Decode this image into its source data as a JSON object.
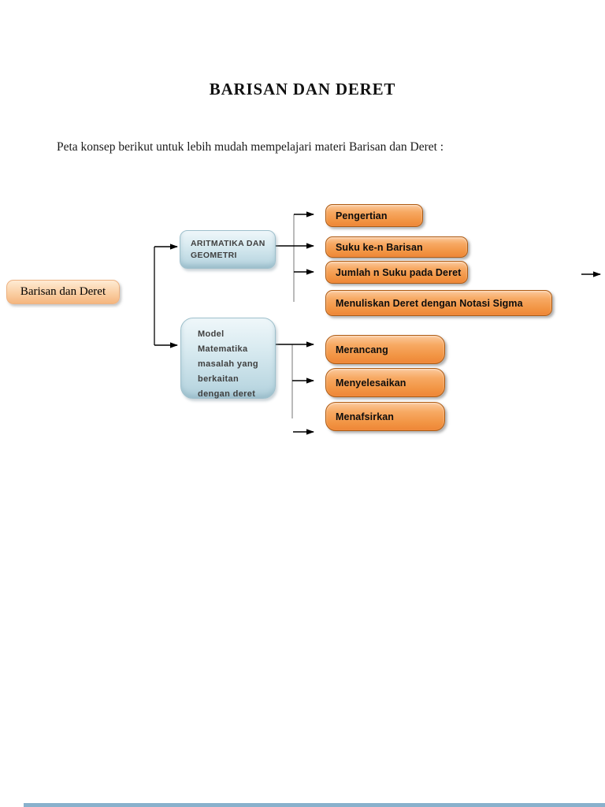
{
  "page": {
    "title": "BARISAN DAN DERET",
    "intro": "Peta konsep berikut untuk lebih mudah mempelajari materi Barisan dan Deret :"
  },
  "diagram": {
    "root": "Barisan dan Deret",
    "group1": {
      "label": "ARITMATIKA DAN\nGEOMETRI",
      "items": [
        "Pengertian",
        "Suku ke-n Barisan",
        "Jumlah n Suku pada Deret",
        "Menuliskan Deret dengan Notasi Sigma"
      ]
    },
    "group2": {
      "label": "Model\nMatematika\nmasalah yang\nberkaitan\ndengan deret",
      "items": [
        "Merancang",
        "Menyelesaikan",
        "Menafsirkan"
      ]
    }
  },
  "colors": {
    "page_bg": "#FFFFFF",
    "node_orange": "#ED7D31",
    "node_orange_light": "#FBC99C",
    "node_orange_border": "#AE5B13",
    "node_peach": "#F5B67E",
    "node_blue": "#BCD8E2",
    "node_blue_border": "#9FC0CC",
    "node_text_dark": "#3F3F3F",
    "connector_black": "#000000",
    "connector_gray": "#8C8C8C",
    "bottom_strip": "#74A3C3"
  }
}
